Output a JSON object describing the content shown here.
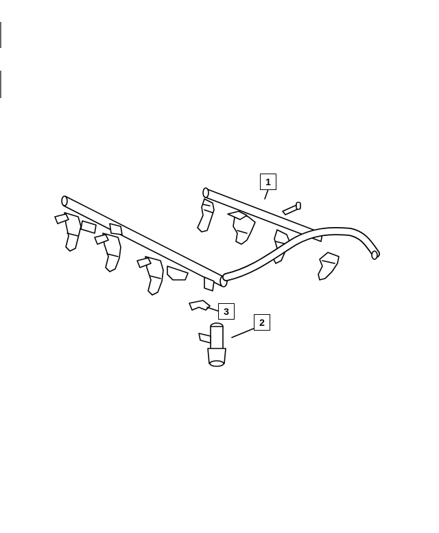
{
  "callouts": {
    "one": "1",
    "two": "2",
    "three": "3"
  },
  "colors": {
    "line": "#000000",
    "fill": "#ffffff",
    "edge_mark": "#666666"
  }
}
